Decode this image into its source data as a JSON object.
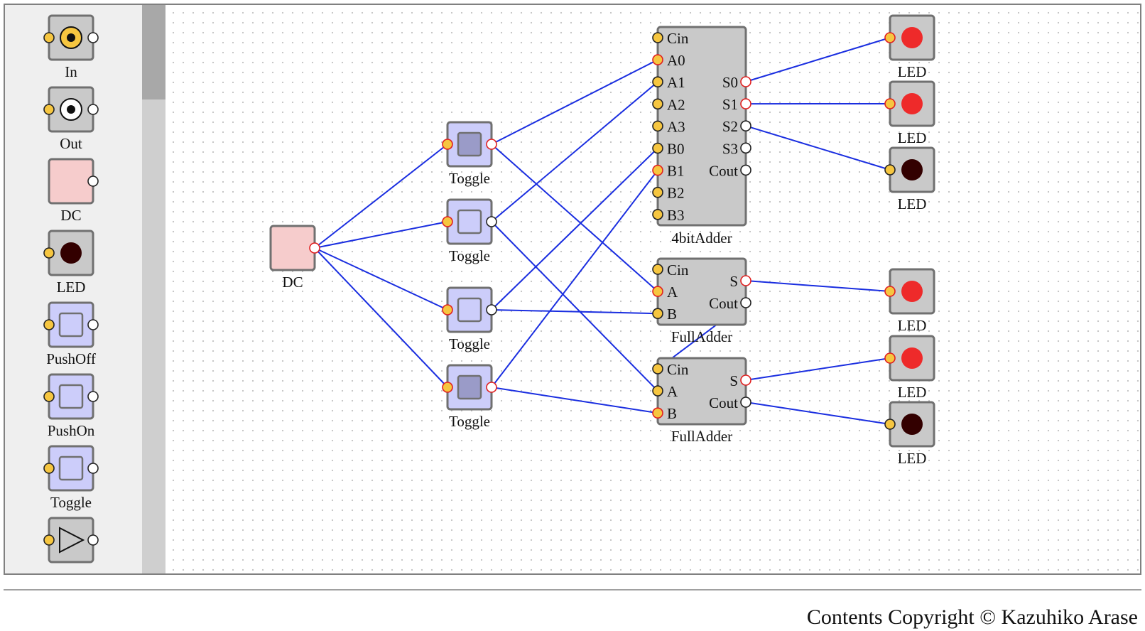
{
  "palette": {
    "items": [
      {
        "key": "in",
        "label": "In"
      },
      {
        "key": "out",
        "label": "Out"
      },
      {
        "key": "dc",
        "label": "DC"
      },
      {
        "key": "led",
        "label": "LED"
      },
      {
        "key": "pushoff",
        "label": "PushOff"
      },
      {
        "key": "pushon",
        "label": "PushOn"
      },
      {
        "key": "toggle",
        "label": "Toggle"
      },
      {
        "key": "buffer",
        "label": ""
      }
    ]
  },
  "circuit": {
    "dc": {
      "label": "DC"
    },
    "toggles": [
      {
        "label": "Toggle",
        "on": true
      },
      {
        "label": "Toggle",
        "on": false
      },
      {
        "label": "Toggle",
        "on": false
      },
      {
        "label": "Toggle",
        "on": true
      }
    ],
    "adder4": {
      "label": "4bitAdder",
      "inputs": [
        "Cin",
        "A0",
        "A1",
        "A2",
        "A3",
        "B0",
        "B1",
        "B2",
        "B3"
      ],
      "outputs": [
        "S0",
        "S1",
        "S2",
        "S3",
        "Cout"
      ]
    },
    "full_adders": [
      {
        "label": "FullAdder",
        "inputs": [
          "Cin",
          "A",
          "B"
        ],
        "outputs": [
          "S",
          "Cout"
        ]
      },
      {
        "label": "FullAdder",
        "inputs": [
          "Cin",
          "A",
          "B"
        ],
        "outputs": [
          "S",
          "Cout"
        ]
      }
    ],
    "leds": [
      {
        "label": "LED",
        "on": true
      },
      {
        "label": "LED",
        "on": true
      },
      {
        "label": "LED",
        "on": false
      },
      {
        "label": "LED",
        "on": true
      },
      {
        "label": "LED",
        "on": true
      },
      {
        "label": "LED",
        "on": false
      }
    ]
  },
  "colors": {
    "wire": "#1a2ee0",
    "pin_fill": "#f6c640",
    "pin_stroke": "#222222",
    "pin_active_stroke": "#e02020",
    "body_fill": "#c9c9c9",
    "body_stroke": "#707070",
    "toggle_fill": "#cccdfa",
    "toggle_knob_on": "#9a9bc8",
    "dc_fill": "#f6cccc",
    "led_on": "#ee2a2a",
    "led_off": "#330000",
    "in_fill": "#f6c640"
  },
  "footer": {
    "copyright": "Contents Copyright © Kazuhiko Arase"
  }
}
